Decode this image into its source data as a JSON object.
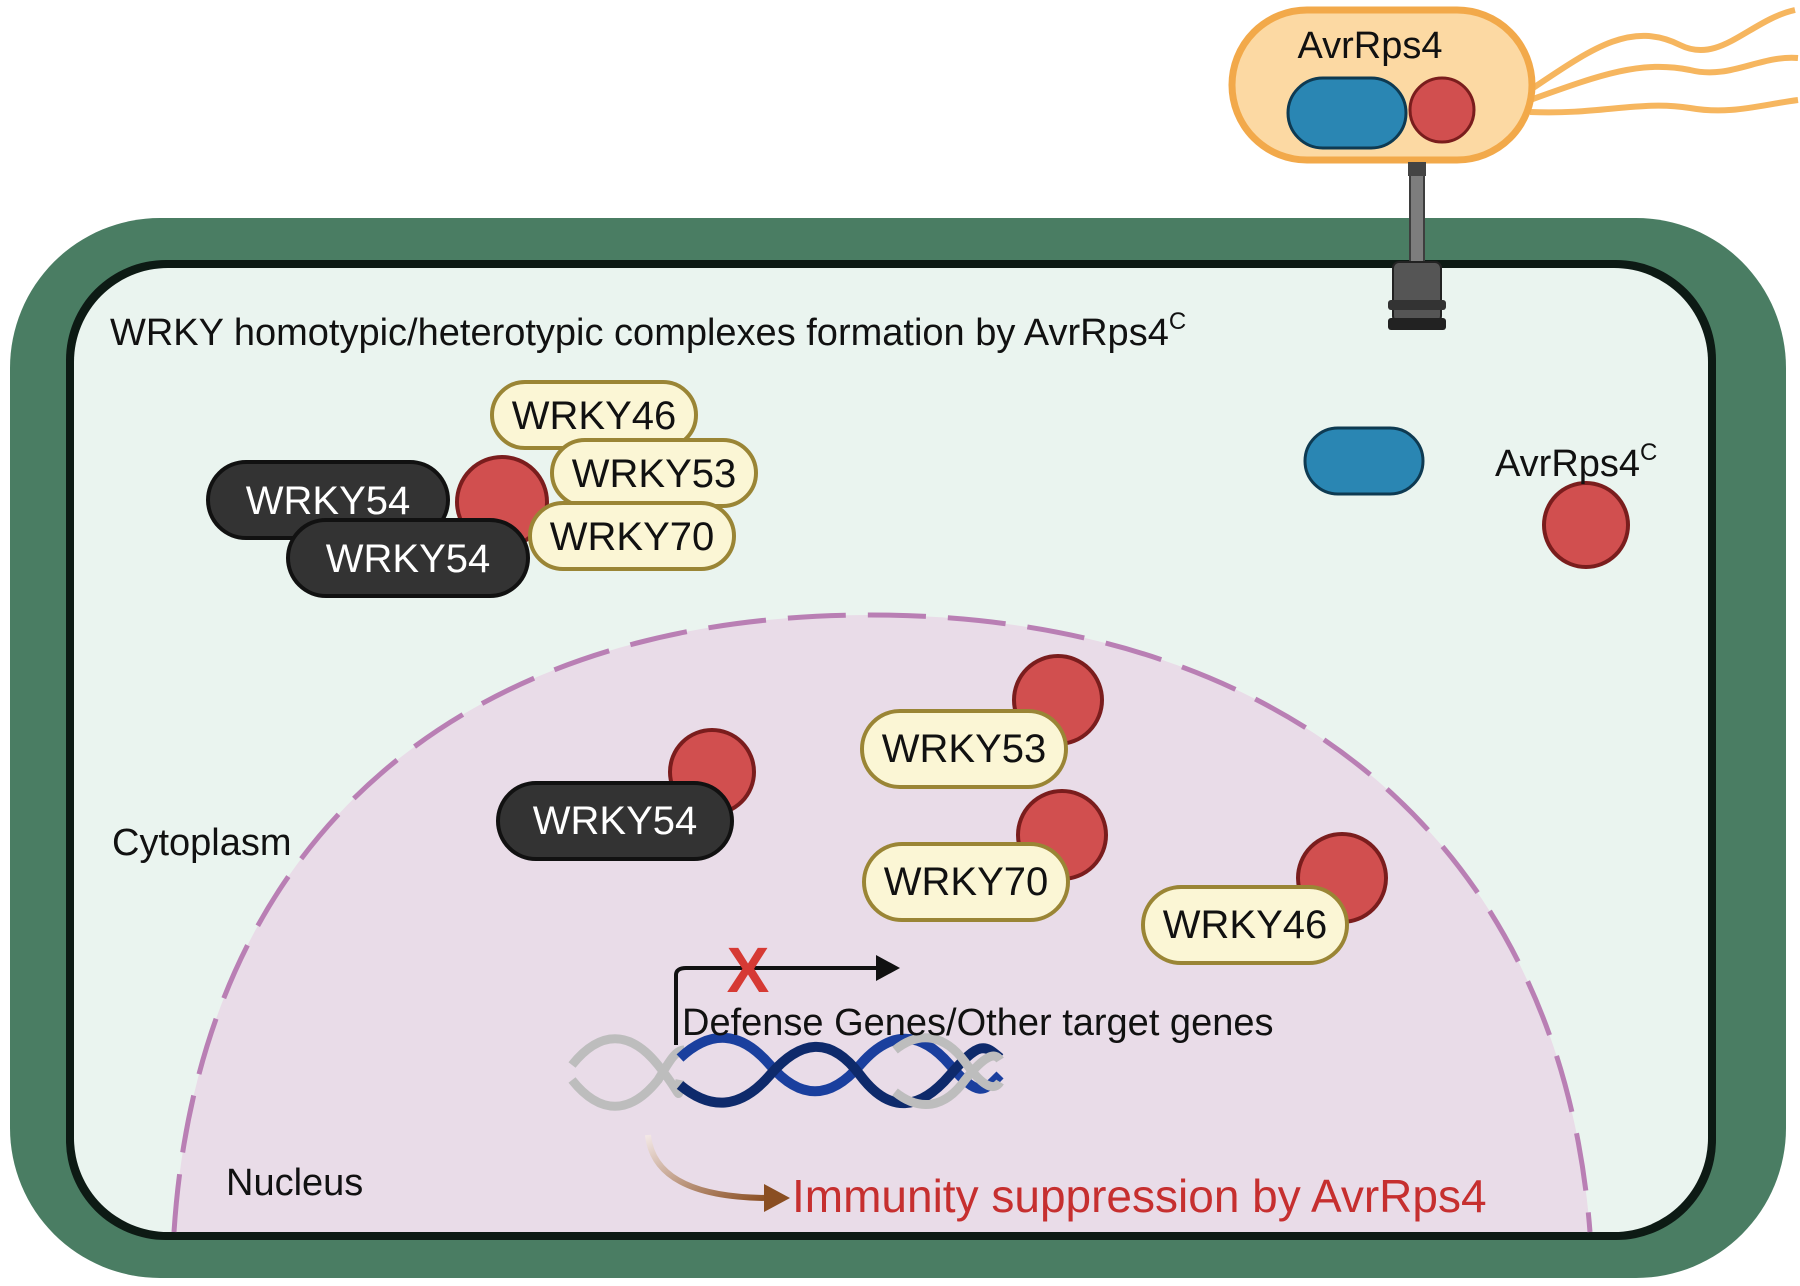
{
  "bacterium": {
    "label": "AvrRps4"
  },
  "cell": {
    "title": "WRKY homotypic/heterotypic complexes formation by AvrRps4",
    "title_sup": "C",
    "cytoplasm_label": "Cytoplasm",
    "nucleus_label": "Nucleus",
    "effector_label": "AvrRps4",
    "effector_sup": "C"
  },
  "complex": {
    "wrky54_a": "WRKY54",
    "wrky54_b": "WRKY54",
    "wrky46": "WRKY46",
    "wrky53": "WRKY53",
    "wrky70": "WRKY70"
  },
  "nucleus_proteins": {
    "wrky54": "WRKY54",
    "wrky53": "WRKY53",
    "wrky70": "WRKY70",
    "wrky46": "WRKY46"
  },
  "genes": {
    "label": "Defense Genes/Other target genes",
    "block_mark": "X"
  },
  "outcome": {
    "label": "Immunity suppression by AvrRps4"
  },
  "colors": {
    "cell_wall": "#4a7d63",
    "cytoplasm": "#eaf4ef",
    "nucleus": "#e9dce8",
    "nuclear_envelope": "#b97fb4",
    "bacterium_fill": "#fcd9a3",
    "bacterium_stroke": "#f2a94a",
    "effector_n": "#2a86b3",
    "effector_c": "#d14f4f",
    "wrky54_fill": "#333333",
    "wrky_light_fill": "#fbf6d5",
    "wrky_light_stroke": "#9a8535",
    "outcome_text": "#c62f2f",
    "outcome_arrow": "#8a4e22",
    "block_mark": "#d63a34"
  }
}
